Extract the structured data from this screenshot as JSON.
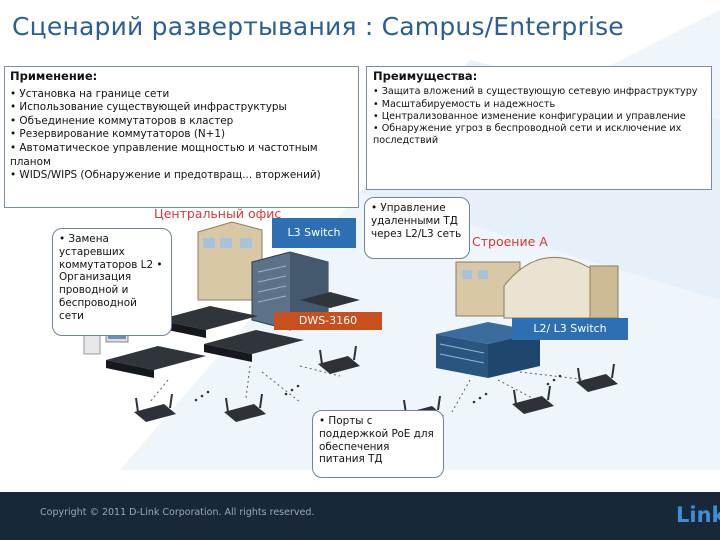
{
  "title": "Сценарий развертывания : Campus/Enterprise",
  "application": {
    "heading": "Применение:",
    "items": [
      "• Установка на границе сети",
      "• Использование существующей инфраструктуры",
      "• Объединение коммутаторов в кластер",
      "• Резервирование коммутаторов (N+1)",
      "• Автоматическое управление мощностью и частотным планом",
      "• WIDS/WIPS (Обнаружение и предотвращ... вторжений)"
    ]
  },
  "advantages": {
    "heading": "Преимущества:",
    "items": [
      "• Защита вложений в существующую сетевую инфраструктуру",
      "• Масштабируемость и надежность",
      "• Централизованное изменение конфигурации и управление",
      "• Обнаружение угроз в беспроводной сети и исключение их последствий"
    ]
  },
  "notes": {
    "replace": "• Замена устаревших коммутаторов L2 • Организация проводной и беспроводной сети",
    "manage": "• Управление удаленными ТД через L2/L3 сеть",
    "poe": "• Порты с поддержкой PoE для обеспечения питания ТД"
  },
  "labels": {
    "central_office": "Центральный офис",
    "building_a": "Строение А",
    "l3_switch": "L3 Switch",
    "dws": "DWS-3160",
    "l2l3_switch": "L2/ L3 Switch"
  },
  "footer": {
    "copyright": "Copyright © 2011 D-Link Corporation. All rights reserved.",
    "logo": "Link"
  },
  "colors": {
    "title": "#2a5f96",
    "place_label": "#d63a33",
    "switch_label": "#2c6fb3",
    "controller_label": "#c8501e",
    "footer": "#182838"
  }
}
